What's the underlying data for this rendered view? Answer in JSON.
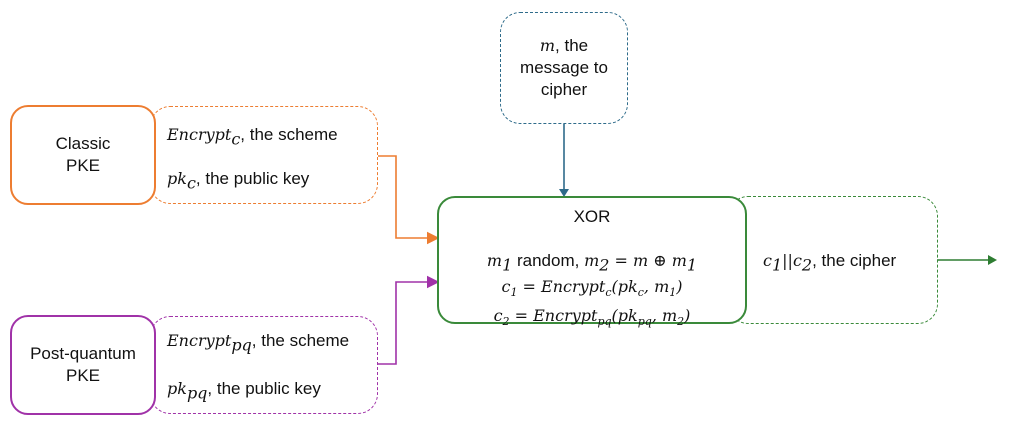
{
  "message_box": {
    "lines": [
      "m",
      ", the",
      "message to",
      "cipher"
    ]
  },
  "classic": {
    "title_line1": "Classic",
    "title_line2": "PKE",
    "scheme_sym": "Encrypt",
    "scheme_sub": "c",
    "scheme_text": ", the scheme",
    "key_sym": "pk",
    "key_sub": "c",
    "key_text": ", the public key"
  },
  "pq": {
    "title_line1": "Post-quantum",
    "title_line2": "PKE",
    "scheme_sym": "Encrypt",
    "scheme_sub": "pq",
    "scheme_text": ", the scheme",
    "key_sym": "pk",
    "key_sub": "pq",
    "key_text": ", the public key"
  },
  "xor": {
    "title": "XOR",
    "line1_a": "m",
    "line1_a_sub": "1",
    "line1_b": " random,  ",
    "line1_c": "m",
    "line1_c_sub": "2",
    "line1_d": " = m ⊕ m",
    "line1_d_sub": "1",
    "line2": "c",
    "line2_sub": "1",
    "line2_rest": " = Encrypt",
    "line2_rest_sub": "c",
    "line2_args": "(pk",
    "line2_args_sub": "c",
    "line2_args2": ", m",
    "line2_args2_sub": "1",
    "line2_end": ")",
    "line3": "c",
    "line3_sub": "2",
    "line3_rest": " = Encrypt",
    "line3_rest_sub": "pq",
    "line3_args": "(pk",
    "line3_args_sub": "pq",
    "line3_args2": ", m",
    "line3_args2_sub": "2",
    "line3_end": ")"
  },
  "output": {
    "c1": "c",
    "c1_sub": "1",
    "sep": "||",
    "c2": "c",
    "c2_sub": "2",
    "text": ", the cipher"
  },
  "colors": {
    "classic": "#ed7d31",
    "pq": "#a032a8",
    "message": "#2e6b8a",
    "xor": "#3a8a3a",
    "output": "#3a8a3a"
  }
}
